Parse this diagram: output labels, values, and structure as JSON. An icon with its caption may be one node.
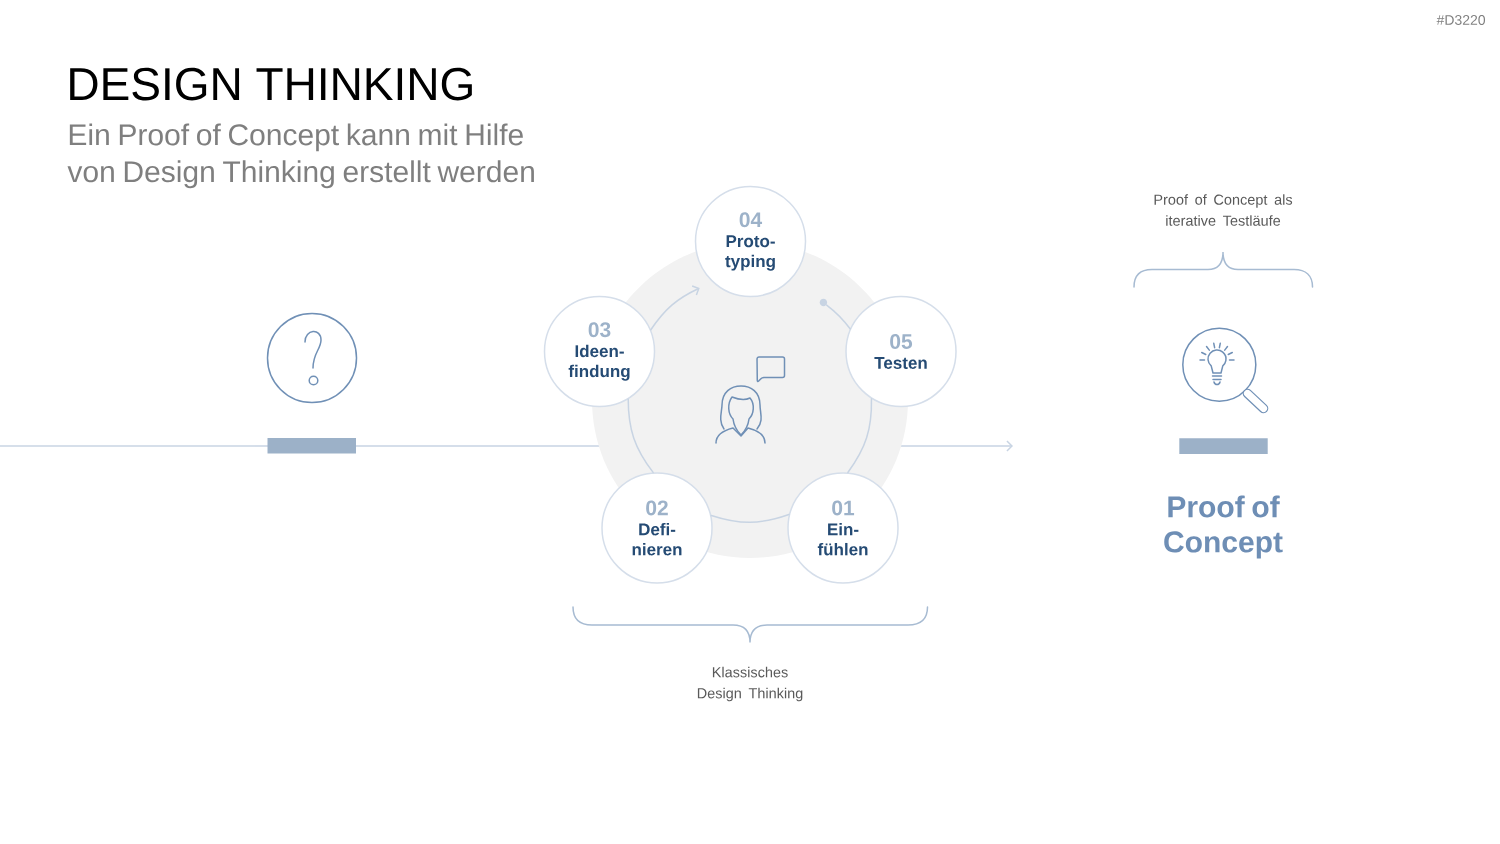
{
  "diagram": {
    "title": "DESIGN THINKING",
    "nodes": [
      {
        "text": [
          "04",
          "Proto- typing"
        ]
      },
      {
        "text": [
          "03",
          "Ideen- findung"
        ]
      },
      {
        "text": [
          "05",
          "Testen"
        ]
      },
      {
        "text": [
          "02",
          "Defi- nieren"
        ]
      },
      {
        "text": [
          "01",
          "Ein- fühlen"
        ]
      },
      {
        "text": [],
        "shape": "bar"
      },
      {
        "text": [],
        "shape": "bar"
      },
      {
        "text": [],
        "shape": "circle"
      }
    ],
    "edges": [
      {
        "from": 4,
        "to": 3,
        "arrow": "none"
      },
      {
        "from": 3,
        "to": 1,
        "arrow": "none"
      },
      {
        "from": 1,
        "to": 0,
        "arrow": "to"
      },
      {
        "from": 7,
        "to": 2,
        "arrow": "none"
      },
      {
        "from": 2,
        "to": 4,
        "arrow": "none"
      }
    ],
    "labels": [
      "#D3220",
      "Ein Proof of Concept kann mit Hilfe von Design Thinking erstellt werden",
      "Proof of Concept als iterative Testläufe",
      "Proof of Concept",
      "Klassisches Design Thinking"
    ]
  }
}
